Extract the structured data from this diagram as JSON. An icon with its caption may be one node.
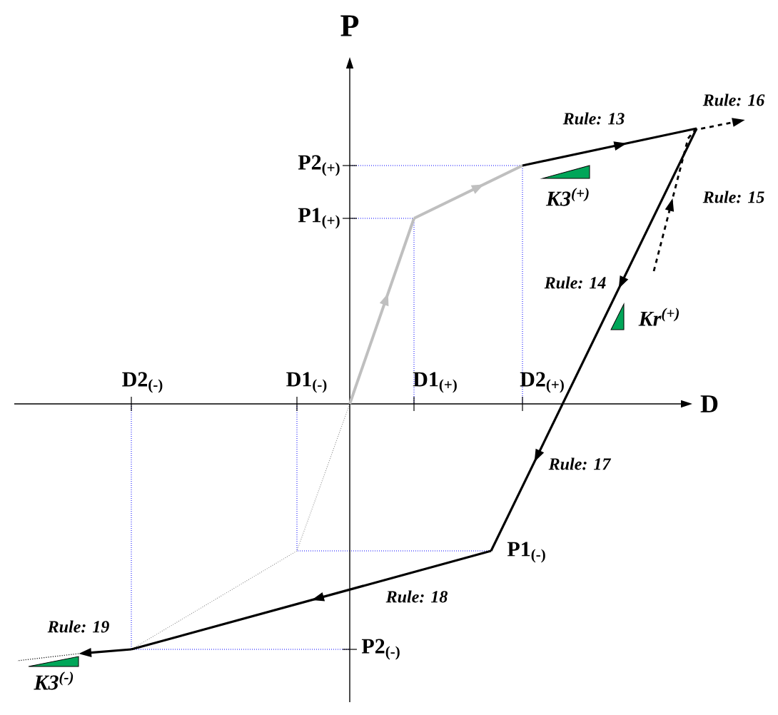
{
  "diagram": {
    "labels": [
      "P",
      "P2$_{(+)}$",
      "P1$_{(+)}$",
      "D",
      "D2$_{(-)}$",
      "D1$_{(-)}$",
      "D1$_{(+)}$",
      "D2$_{(+)}$",
      "P1$_{(-)}$",
      "P2$_{(-)}$",
      "Rule: 13",
      "Rule: 16",
      "Rule: 15",
      "Rule: 14",
      "Rule: 17",
      "Rule: 18",
      "Rule: 19",
      "K3$^{(+)}$",
      "Kr$^{(+)}$",
      "K3$^{(-)}$"
    ]
  }
}
